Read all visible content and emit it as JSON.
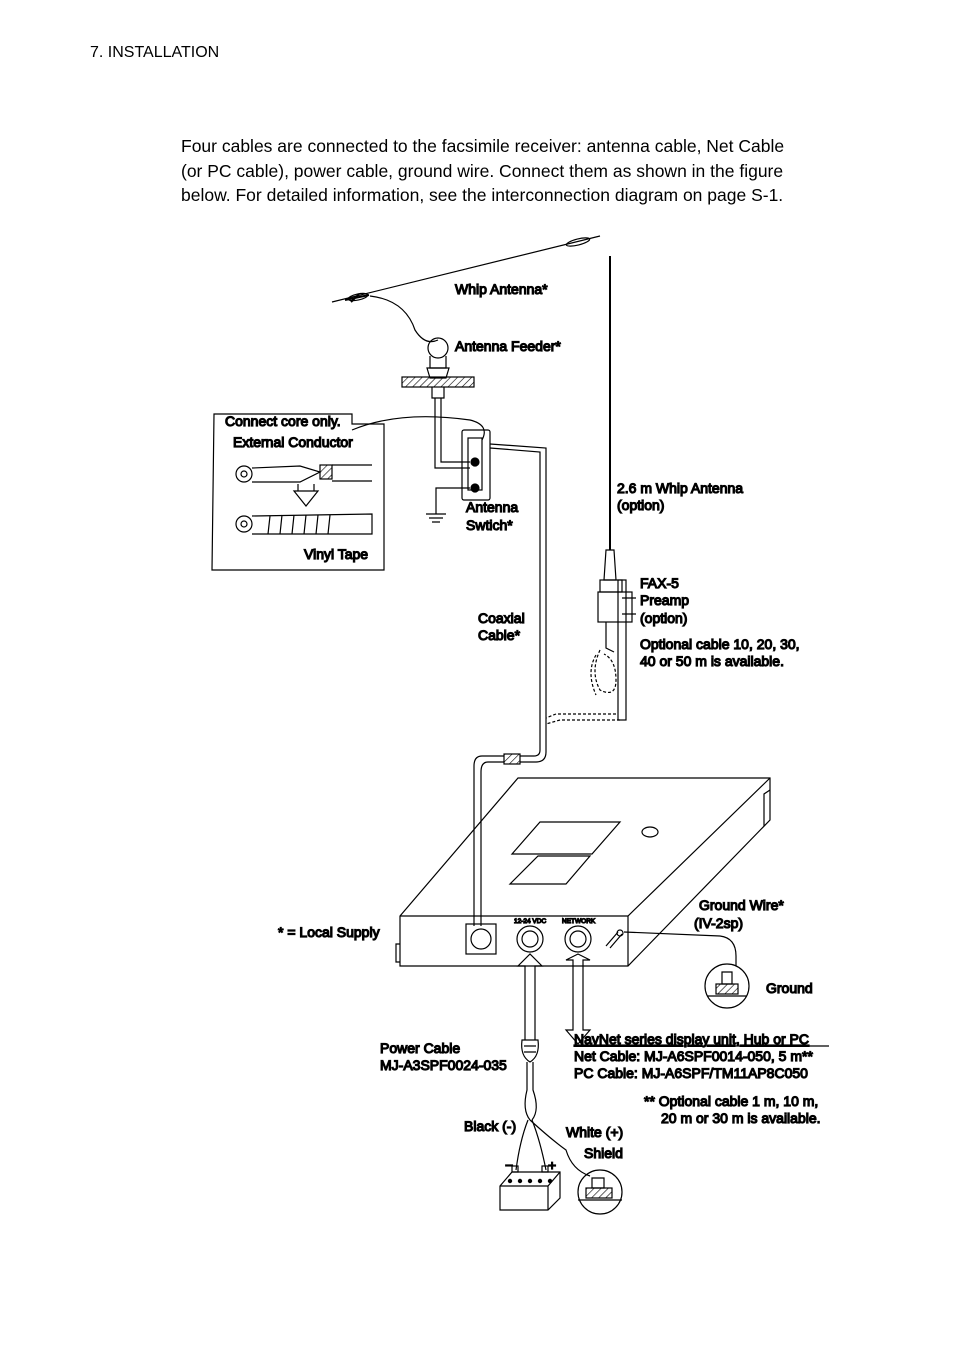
{
  "header": {
    "section": "7. INSTALLATION"
  },
  "intro": {
    "lines": [
      "Four cables are connected to the facsimile receiver: antenna cable, Net Cable",
      "(or PC cable), power cable, ground wire. Connect them as shown in the figure",
      "below. For detailed information, see the interconnection diagram on page S-1."
    ]
  },
  "labels": {
    "whip_antenna": "Whip Antenna*",
    "antenna_feeder": "Antenna Feeder*",
    "connect_core": "Connect core only.",
    "external_conductor": "External Conductor",
    "vinyl_tape": "Vinyl Tape",
    "antenna_switch_1": "Antenna",
    "antenna_switch_2": "Swtich*",
    "whip_26_1": "2.6 m Whip Antenna",
    "whip_26_2": "(option)",
    "fax5_1": "FAX-5",
    "fax5_2": "Preamp",
    "fax5_3": "(option)",
    "optional_cable_1": "Optional cable 10, 20, 30,",
    "optional_cable_2": "40 or 50 m is available.",
    "coaxial_1": "Coaxial",
    "coaxial_2": "Cable*",
    "local_supply": "* = Local Supply",
    "ground_wire_1": "Ground Wire*",
    "ground_wire_2": "(IV-2sp)",
    "ground": "Ground",
    "port_power": "12-24 VDC",
    "port_network": "NETWORK",
    "power_cable_1": "Power Cable",
    "power_cable_2": "MJ-A3SPF0024-035",
    "navnet_1": "NavNet series display unit, Hub or PC",
    "navnet_2": "Net Cable:  MJ-A6SPF0014-050, 5 m**",
    "navnet_3": "PC Cable:  MJ-A6SPF/TM11AP8C050",
    "opt_cable2_1": "** Optional cable 1 m, 10 m,",
    "opt_cable2_2": "20 m or 30 m is available.",
    "black": "Black (-)",
    "white": "White (+)",
    "shield": "Shield",
    "minus": "−",
    "plus": "+"
  }
}
